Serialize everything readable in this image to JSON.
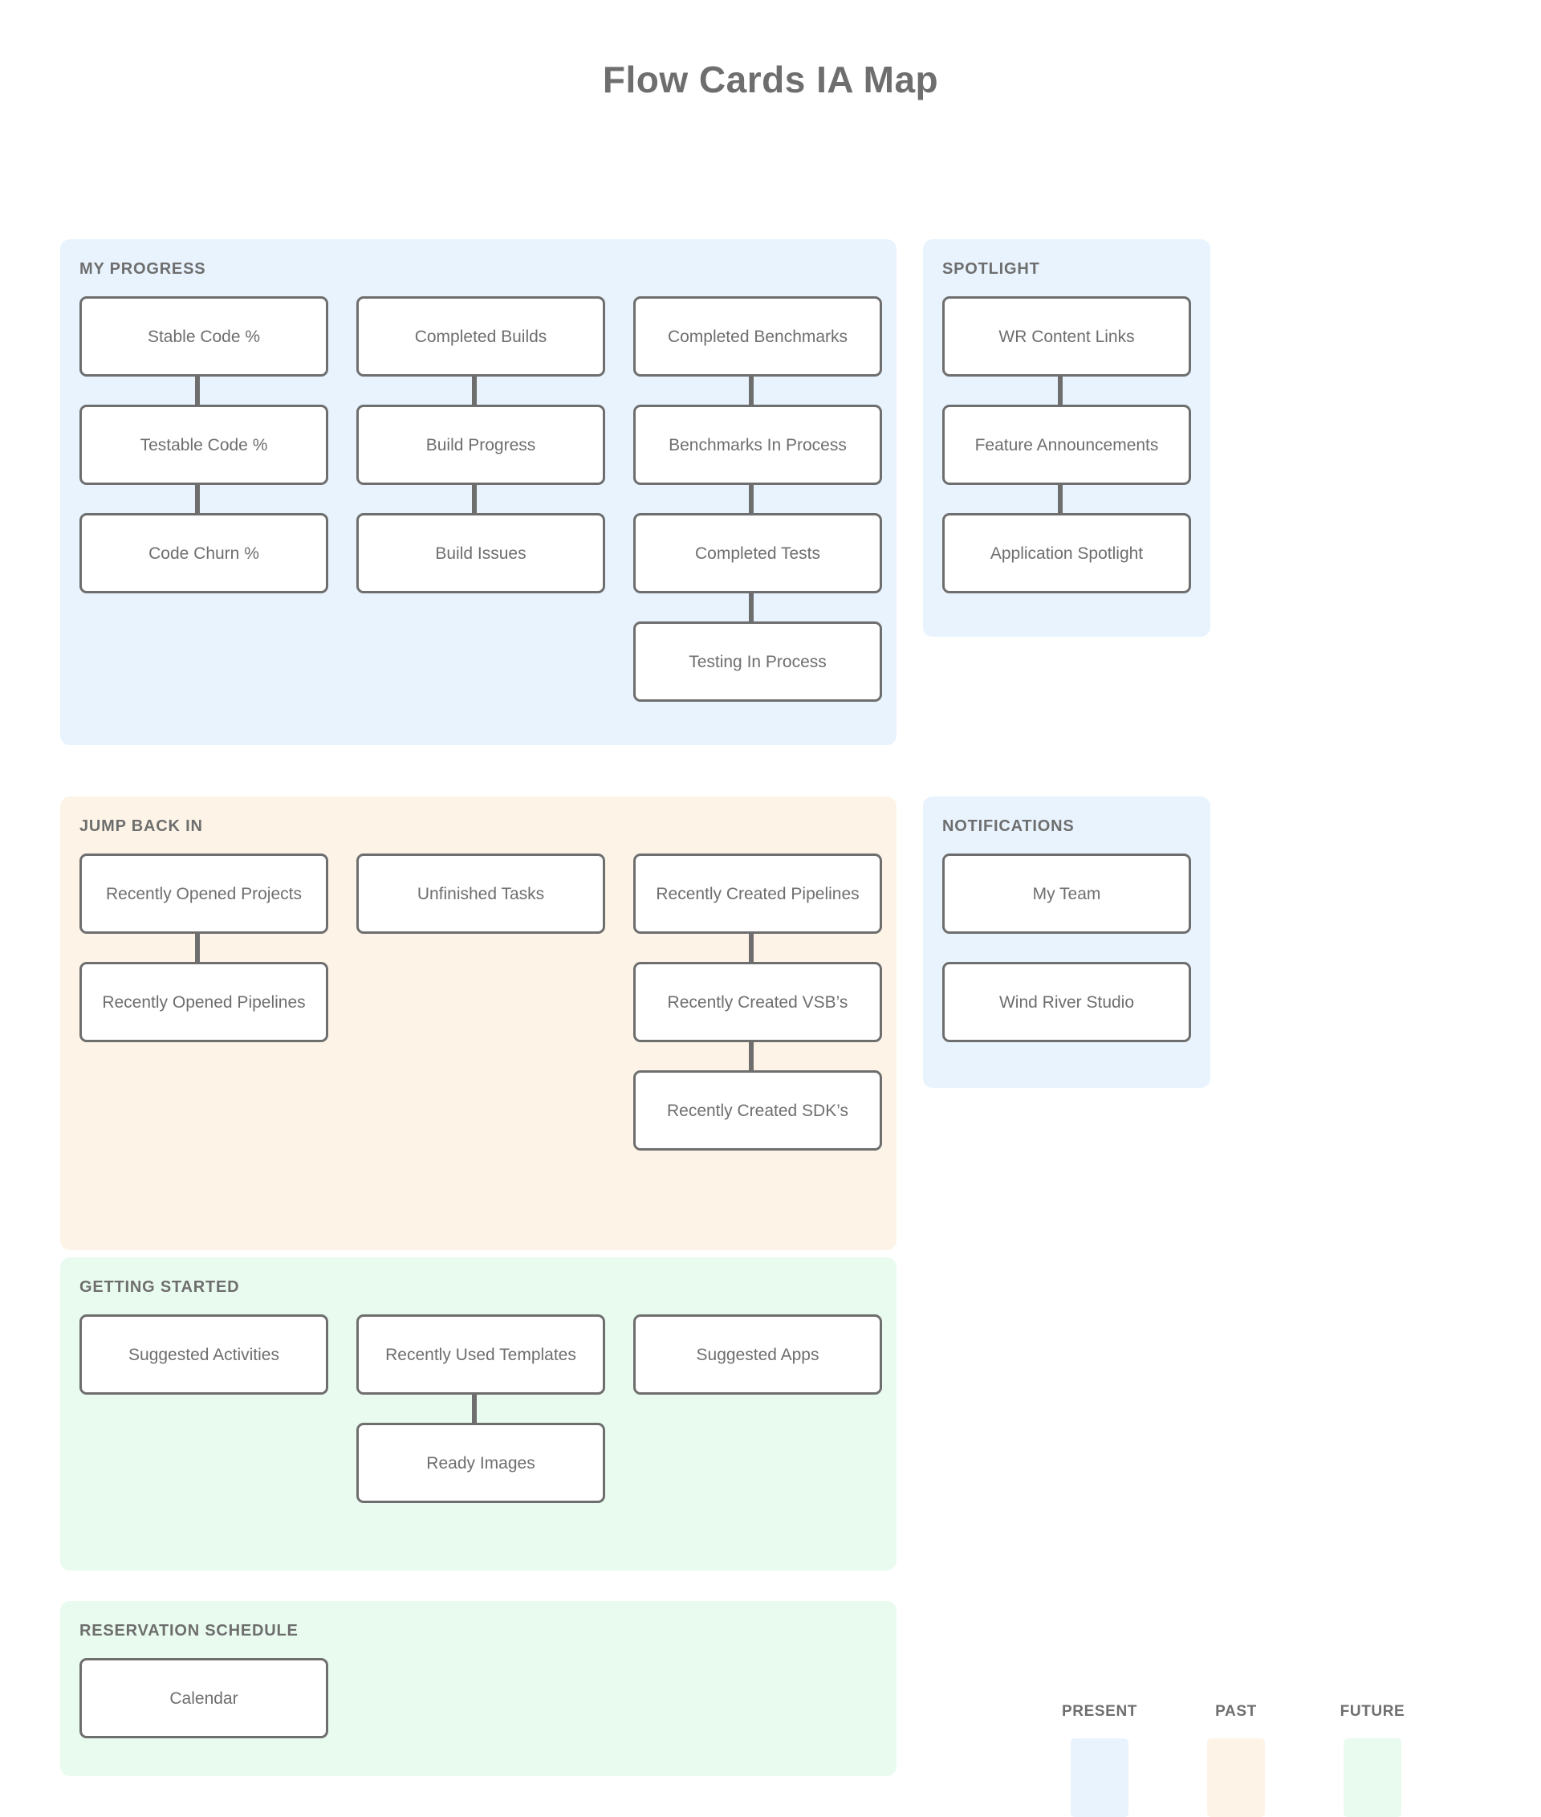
{
  "page": {
    "title": "Flow Cards IA Map"
  },
  "colors": {
    "present": "#e8f3fd",
    "past": "#fdf4e7",
    "future": "#e9fbee",
    "card_border": "#6e6e6e",
    "card_fill": "#ffffff",
    "text": "#6e6e6e",
    "page_background": "#ffffff"
  },
  "sections": [
    {
      "id": "my-progress",
      "title": "MY PROGRESS",
      "category": "present",
      "columns": [
        {
          "cards": [
            "Stable Code %",
            "Testable Code %",
            "Code Churn %"
          ],
          "connected": true
        },
        {
          "cards": [
            "Completed Builds",
            "Build Progress",
            "Build Issues"
          ],
          "connected": true
        },
        {
          "cards": [
            "Completed Benchmarks",
            "Benchmarks In Process",
            "Completed Tests",
            "Testing In Process"
          ],
          "connected": true
        }
      ]
    },
    {
      "id": "spotlight",
      "title": "SPOTLIGHT",
      "category": "present",
      "columns": [
        {
          "cards": [
            "WR Content Links",
            "Feature Announcements",
            "Application Spotlight"
          ],
          "connected": true
        }
      ]
    },
    {
      "id": "jump-back-in",
      "title": "JUMP BACK IN",
      "category": "past",
      "columns": [
        {
          "cards": [
            "Recently Opened Projects",
            "Recently Opened Pipelines"
          ],
          "connected": true
        },
        {
          "cards": [
            "Unfinished Tasks"
          ],
          "connected": false
        },
        {
          "cards": [
            "Recently Created Pipelines",
            "Recently Created VSB’s",
            "Recently Created SDK’s"
          ],
          "connected": true
        }
      ]
    },
    {
      "id": "notifications",
      "title": "NOTIFICATIONS",
      "category": "present",
      "columns": [
        {
          "cards": [
            "My Team",
            "Wind River Studio"
          ],
          "connected": false
        }
      ]
    },
    {
      "id": "getting-started",
      "title": "GETTING STARTED",
      "category": "future",
      "columns": [
        {
          "cards": [
            "Suggested Activities"
          ],
          "connected": false
        },
        {
          "cards": [
            "Recently Used Templates",
            "Ready Images"
          ],
          "connected": true
        },
        {
          "cards": [
            "Suggested Apps"
          ],
          "connected": false
        }
      ]
    },
    {
      "id": "reservation-schedule",
      "title": "RESERVATION SCHEDULE",
      "category": "future",
      "columns": [
        {
          "cards": [
            "Calendar"
          ],
          "connected": false
        }
      ]
    }
  ],
  "legend": {
    "items": [
      {
        "label": "PRESENT",
        "color": "#e8f3fd"
      },
      {
        "label": "PAST",
        "color": "#fdf4e7"
      },
      {
        "label": "FUTURE",
        "color": "#e9fbee"
      }
    ]
  }
}
